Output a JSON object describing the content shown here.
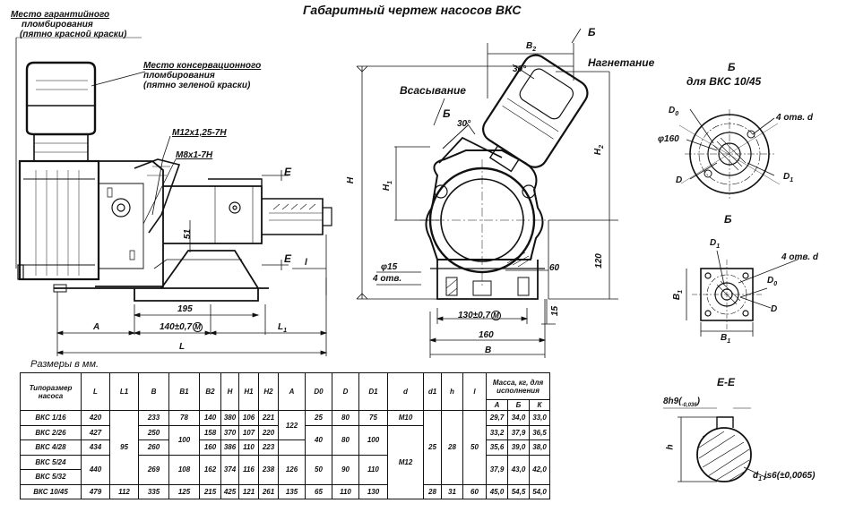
{
  "title": "Габаритный чертеж насосов ВКС",
  "callouts": {
    "warranty_seal": [
      "Место гарантийного",
      "пломбирования",
      "(пятно красной краски)"
    ],
    "preservation_seal": [
      "Место консервационного",
      "пломбирования",
      "(пятно зеленой краски)"
    ],
    "thread_1": "M12x1,25-7H",
    "thread_2": "M8x1-7H"
  },
  "side_view": {
    "dim_A": "A",
    "dim_140": "140±0,7",
    "m_symbol": "М",
    "dim_L1": "L",
    "dim_L1_sub": "1",
    "dim_L": "L",
    "dim_195": "195",
    "dim_51": "51",
    "dim_l": "l",
    "section_E": "E"
  },
  "front_view": {
    "suction": "Всасывание",
    "discharge": "Нагнетание",
    "angle_30a": "30°",
    "angle_30b": "30°",
    "view_B": "Б",
    "B2": "B",
    "B2_sub": "2",
    "H": "H",
    "H1": "H",
    "H1_sub": "1",
    "H2": "H",
    "H2_sub": "2",
    "phi15": "φ15",
    "holes4": "4 отв.",
    "dim_60": "60",
    "dim_120": "120",
    "dim_15": "15",
    "dim_130": "130±0,7",
    "dim_160": "160",
    "dim_B": "B"
  },
  "view_b_round": {
    "title": "Б",
    "subtitle": "для  ВКС 10/45",
    "D0": "D",
    "D0_sub": "0",
    "holes": "4 отв. d",
    "phi160": "φ160",
    "D": "D",
    "D1": "D",
    "D1_sub": "1"
  },
  "view_b_square": {
    "title": "Б",
    "D1": "D",
    "D1_sub": "1",
    "holes": "4 отв. d",
    "D0": "D",
    "D0_sub": "0",
    "D": "D",
    "B1": "B",
    "B1_sub": "1"
  },
  "section_EE": {
    "title": "Е-Е",
    "key": "8h9(",
    "key_tol": "-0,036",
    "h": "h",
    "shaft": "d",
    "shaft_sub": "1",
    "shaft_tol": " js6(±0,0065)"
  },
  "table": {
    "caption": "Размеры в мм.",
    "headers": [
      "Типоразмер насоса",
      "L",
      "L1",
      "B",
      "B1",
      "B2",
      "H",
      "H1",
      "H2",
      "A",
      "D0",
      "D",
      "D1",
      "d",
      "d1",
      "h",
      "l"
    ],
    "mass_header": "Масса, кг, для исполнения",
    "mass_cols": [
      "А",
      "Б",
      "К"
    ],
    "rows": [
      [
        "ВКС 1/16",
        "420",
        "",
        "233",
        "78",
        "140",
        "380",
        "106",
        "221",
        "",
        "25",
        "80",
        "75",
        "M10",
        "",
        "",
        "",
        "29,7",
        "34,0",
        "33,0"
      ],
      [
        "ВКС 2/26",
        "427",
        "",
        "250",
        "",
        "158",
        "370",
        "107",
        "220",
        "",
        "",
        "",
        "",
        "",
        "",
        "",
        "",
        "33,2",
        "37,9",
        "36,5"
      ],
      [
        "ВКС 4/28",
        "434",
        "",
        "260",
        "",
        "160",
        "386",
        "110",
        "223",
        "",
        "",
        "",
        "",
        "",
        "",
        "",
        "",
        "35,6",
        "39,0",
        "38,0"
      ],
      [
        "ВКС 5/24",
        "",
        "",
        "",
        "",
        "162",
        "374",
        "116",
        "238",
        "",
        "",
        "",
        "",
        "",
        "",
        "",
        "",
        "37,9",
        "43,0",
        "42,0"
      ],
      [
        "ВКС 5/32",
        "",
        "",
        "",
        "",
        "",
        "",
        "",
        "",
        "",
        "",
        "",
        "",
        "",
        "",
        "",
        "",
        "",
        "",
        ""
      ],
      [
        "ВКС 10/45",
        "479",
        "112",
        "335",
        "125",
        "215",
        "425",
        "121",
        "261",
        "135",
        "65",
        "110",
        "130",
        "",
        "28",
        "31",
        "60",
        "45,0",
        "54,5",
        "54,0"
      ]
    ],
    "merged": {
      "L_5": "440",
      "L1_1_5": "95",
      "B_4_5": "269",
      "B1_2_3": "100",
      "B1_4_5": "108",
      "A_1_2": "122",
      "A_4_5": "126",
      "D0_2_3": "40",
      "D0_4_5": "50",
      "D_2_3": "80",
      "D_4_5": "90",
      "D1_2_3": "100",
      "D1_4_5": "110",
      "d_2_6": "M12",
      "d1_1_5": "25",
      "h_1_5": "28",
      "l_1_5": "50",
      "mass_4_5": [
        "37,9",
        "43,0",
        "42,0"
      ]
    }
  }
}
